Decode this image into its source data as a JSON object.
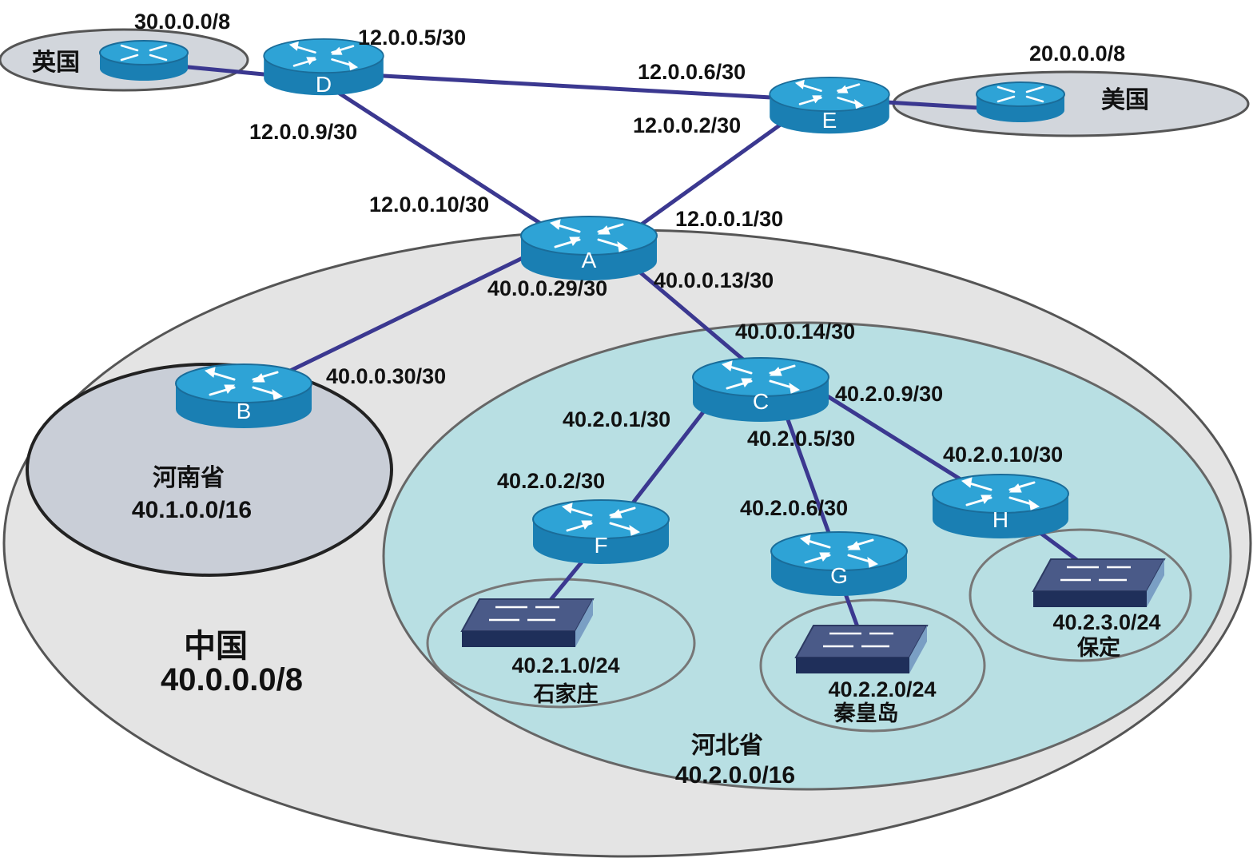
{
  "colors": {
    "link": "#3b3890",
    "router_top": "#2ea3d6",
    "router_body": "#1a7fb3",
    "china_fill": "#e4e4e4",
    "hebei_fill": "#b8dfe3",
    "henan_fill": "#c9ced7",
    "country_fill": "#d2d6dc"
  },
  "routers": {
    "A": "A",
    "B": "B",
    "C": "C",
    "D": "D",
    "E": "E",
    "F": "F",
    "G": "G",
    "H": "H"
  },
  "regions": {
    "uk": {
      "name": "英国",
      "net": "30.0.0.0/8"
    },
    "us": {
      "name": "美国",
      "net": "20.0.0.0/8"
    },
    "china": {
      "name": "中国",
      "net": "40.0.0.0/8"
    },
    "henan": {
      "name": "河南省",
      "net": "40.1.0.0/16"
    },
    "hebei": {
      "name": "河北省",
      "net": "40.2.0.0/16"
    },
    "shijiazhuang": {
      "name": "石家庄",
      "net": "40.2.1.0/24"
    },
    "qinhuangdao": {
      "name": "秦皇岛",
      "net": "40.2.2.0/24"
    },
    "baoding": {
      "name": "保定",
      "net": "40.2.3.0/24"
    }
  },
  "interfaces": {
    "d_e": "12.0.0.5/30",
    "e_d": "12.0.0.6/30",
    "d_a": "12.0.0.9/30",
    "a_d": "12.0.0.10/30",
    "e_a": "12.0.0.2/30",
    "a_e": "12.0.0.1/30",
    "a_b": "40.0.0.29/30",
    "b_a": "40.0.0.30/30",
    "a_c": "40.0.0.13/30",
    "c_a": "40.0.0.14/30",
    "c_f": "40.2.0.1/30",
    "f_c": "40.2.0.2/30",
    "c_g": "40.2.0.5/30",
    "g_c": "40.2.0.6/30",
    "c_h": "40.2.0.9/30",
    "h_c": "40.2.0.10/30"
  }
}
